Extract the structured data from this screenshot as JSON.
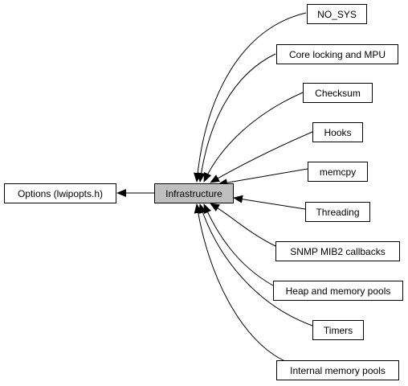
{
  "diagram": {
    "parent": {
      "label": "Options (lwipopts.h)"
    },
    "center": {
      "label": "Infrastructure"
    },
    "children": [
      {
        "label": "NO_SYS"
      },
      {
        "label": "Core locking and MPU"
      },
      {
        "label": "Checksum"
      },
      {
        "label": "Hooks"
      },
      {
        "label": "memcpy"
      },
      {
        "label": "Threading"
      },
      {
        "label": "SNMP MIB2 callbacks"
      },
      {
        "label": "Heap and memory pools"
      },
      {
        "label": "Timers"
      },
      {
        "label": "Internal memory pools"
      }
    ]
  },
  "colors": {
    "center_fill": "#bfbfbf",
    "node_fill": "#ffffff",
    "stroke": "#000000"
  }
}
